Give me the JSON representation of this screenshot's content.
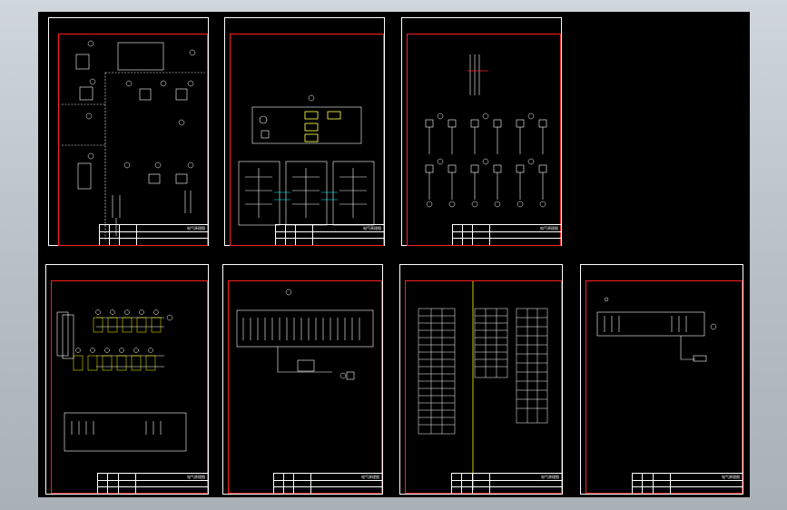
{
  "window": {
    "background": "#000000",
    "frame_color": "#ff2020",
    "line_color": "#ffffff",
    "accent_yellow": "#ffff00",
    "accent_cyan": "#00ffff"
  },
  "sheets": [
    {
      "id": "sheet-1",
      "title": "电气原理图",
      "subtitle": "",
      "notes": []
    },
    {
      "id": "sheet-2",
      "title": "电气原理图",
      "subtitle": "",
      "notes": []
    },
    {
      "id": "sheet-3",
      "title": "电气原理图",
      "subtitle": "",
      "notes": []
    },
    {
      "id": "sheet-4",
      "title": "电气原理图",
      "subtitle": "",
      "notes": []
    },
    {
      "id": "sheet-5",
      "title": "电气原理图",
      "subtitle": "",
      "notes": []
    },
    {
      "id": "sheet-6",
      "title": "电气原理图",
      "subtitle": "",
      "notes": []
    },
    {
      "id": "sheet-7",
      "title": "电气原理图",
      "subtitle": "",
      "notes": []
    }
  ]
}
